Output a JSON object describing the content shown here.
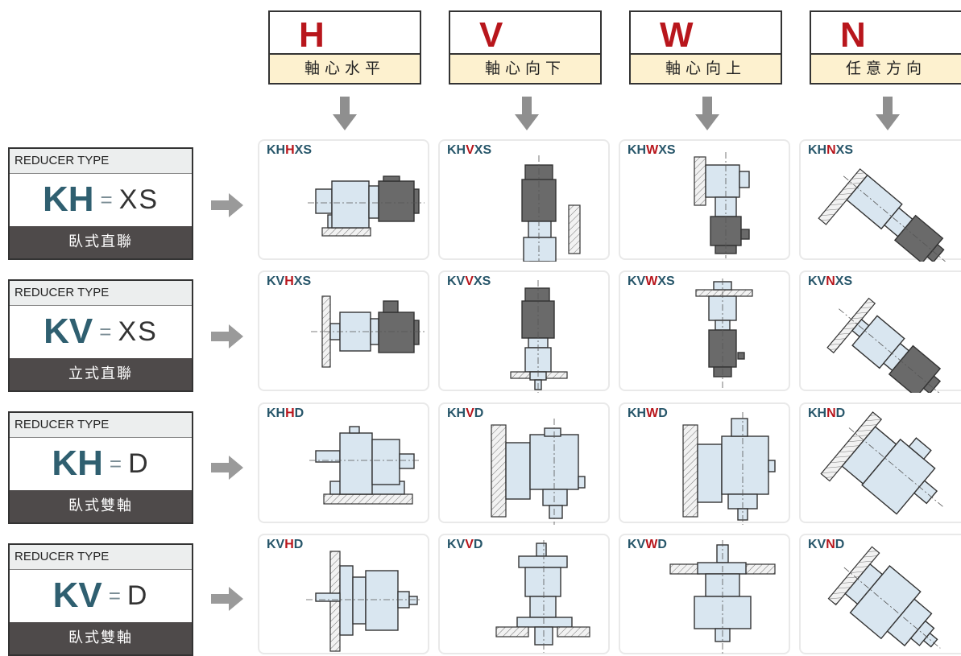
{
  "colors": {
    "accent_red": "#b8161c",
    "code_teal": "#2f5f70",
    "header_fill": "#fdf1cf",
    "part_fill": "#dfe9f2",
    "dark_part": "#6e6e6e",
    "label_dark": "#4e4a4a"
  },
  "headers": [
    {
      "letter": "H",
      "label": "軸心水平"
    },
    {
      "letter": "V",
      "label": "軸心向下"
    },
    {
      "letter": "W",
      "label": "軸心向上"
    },
    {
      "letter": "N",
      "label": "任意方向"
    }
  ],
  "rows": [
    {
      "caption": "REDUCER TYPE",
      "code": "KH",
      "eq": "=",
      "suffix": "XS",
      "desc": "臥式直聯",
      "cells": [
        {
          "pre": "KH",
          "hl": "H",
          "post": "XS"
        },
        {
          "pre": "KH",
          "hl": "V",
          "post": "XS"
        },
        {
          "pre": "KH",
          "hl": "W",
          "post": "XS"
        },
        {
          "pre": "KH",
          "hl": "N",
          "post": "XS"
        }
      ]
    },
    {
      "caption": "REDUCER TYPE",
      "code": "KV",
      "eq": "=",
      "suffix": "XS",
      "desc": "立式直聯",
      "cells": [
        {
          "pre": "KV",
          "hl": "H",
          "post": "XS"
        },
        {
          "pre": "KV",
          "hl": "V",
          "post": "XS"
        },
        {
          "pre": "KV",
          "hl": "W",
          "post": "XS"
        },
        {
          "pre": "KV",
          "hl": "N",
          "post": "XS"
        }
      ]
    },
    {
      "caption": "REDUCER TYPE",
      "code": "KH",
      "eq": "=",
      "suffix": "D",
      "desc": "臥式雙軸",
      "cells": [
        {
          "pre": "KH",
          "hl": "H",
          "post": "D"
        },
        {
          "pre": "KH",
          "hl": "V",
          "post": "D"
        },
        {
          "pre": "KH",
          "hl": "W",
          "post": "D"
        },
        {
          "pre": "KH",
          "hl": "N",
          "post": "D"
        }
      ]
    },
    {
      "caption": "REDUCER TYPE",
      "code": "KV",
      "eq": "=",
      "suffix": "D",
      "desc": "臥式雙軸",
      "cells": [
        {
          "pre": "KV",
          "hl": "H",
          "post": "D"
        },
        {
          "pre": "KV",
          "hl": "V",
          "post": "D"
        },
        {
          "pre": "KV",
          "hl": "W",
          "post": "D"
        },
        {
          "pre": "KV",
          "hl": "N",
          "post": "D"
        }
      ]
    }
  ]
}
